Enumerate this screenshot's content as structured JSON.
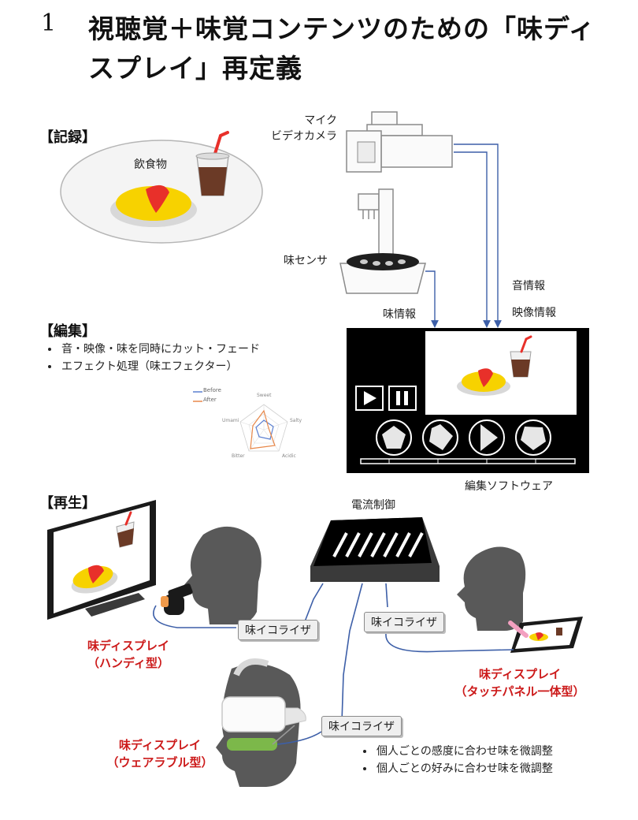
{
  "heading": {
    "number": "1",
    "line1": "視聴覚＋味覚コンテンツのための「味ディ",
    "line2": "スプレイ」再定義"
  },
  "record": {
    "section": "【記録】",
    "food_label": "飲食物",
    "camera_label_line1": "マイク",
    "camera_label_line2": "ビデオカメラ",
    "sensor_label": "味センサ",
    "taste_info": "味情報",
    "sound_info": "音情報",
    "video_info": "映像情報"
  },
  "edit": {
    "section": "【編集】",
    "bullets": [
      "音・映像・味を同時にカット・フェード",
      "エフェクト処理（味エフェクター）"
    ],
    "software_label": "編集ソフトウェア",
    "radar": {
      "legend": [
        "Before",
        "After"
      ],
      "axes": [
        "Sweet",
        "Salty",
        "Acidic",
        "Bitter",
        "Umami"
      ],
      "colors": {
        "before": "#5b7fd0",
        "after": "#e8884a"
      }
    }
  },
  "play": {
    "section": "【再生】",
    "current_control": "電流制御",
    "equalizer_label": "味イコライザ",
    "handy_line1": "味ディスプレイ",
    "handy_line2": "（ハンディ型）",
    "touch_line1": "味ディスプレイ",
    "touch_line2": "（タッチパネル一体型）",
    "wear_line1": "味ディスプレイ",
    "wear_line2": "（ウェアラブル型）",
    "bullets": [
      "個人ごとの感度に合わせ味を微調整",
      "個人ごとの好みに合わせ味を微調整"
    ]
  },
  "colors": {
    "wire": "#3d5fa8",
    "accent_red": "#cc1a1a",
    "head": "#595959"
  }
}
